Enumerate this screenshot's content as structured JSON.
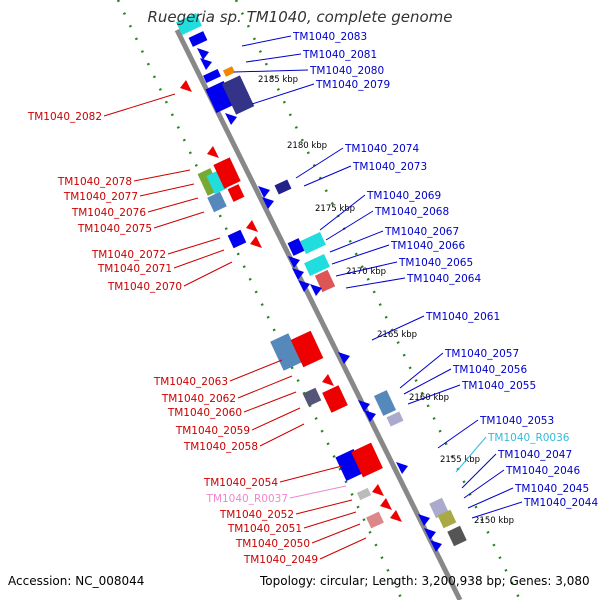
{
  "title": "Ruegeria sp. TM1040, complete genome",
  "footer": {
    "accession": "Accession: NC_008044",
    "summary": "Topology: circular; Length: 3,200,938 bp; Genes: 3,080"
  },
  "colors": {
    "reverse_label": "#cc0000",
    "forward_label": "#0000cc",
    "rna_forward_label": "#33bbdd",
    "rna_reverse_label": "#ee88cc",
    "backbone": "#888888",
    "ticks": "#228822"
  },
  "scale_labels": [
    "2185 kbp",
    "2180 kbp",
    "2175 kbp",
    "2170 kbp",
    "2165 kbp",
    "2160 kbp",
    "2155 kbp",
    "2150 kbp"
  ],
  "left_labels": [
    "TM1040_2082",
    "TM1040_2078",
    "TM1040_2077",
    "TM1040_2076",
    "TM1040_2075",
    "TM1040_2072",
    "TM1040_2071",
    "TM1040_2070",
    "TM1040_2063",
    "TM1040_2062",
    "TM1040_2060",
    "TM1040_2059",
    "TM1040_2058",
    "TM1040_2054",
    "TM1040_R0037",
    "TM1040_2052",
    "TM1040_2051",
    "TM1040_2050",
    "TM1040_2049"
  ],
  "right_labels": [
    "TM1040_2083",
    "TM1040_2081",
    "TM1040_2080",
    "TM1040_2079",
    "TM1040_2074",
    "TM1040_2073",
    "TM1040_2069",
    "TM1040_2068",
    "TM1040_2067",
    "TM1040_2066",
    "TM1040_2065",
    "TM1040_2064",
    "TM1040_2061",
    "TM1040_2057",
    "TM1040_2056",
    "TM1040_2055",
    "TM1040_2053",
    "TM1040_R0036",
    "TM1040_2047",
    "TM1040_2046",
    "TM1040_2045",
    "TM1040_2044"
  ]
}
